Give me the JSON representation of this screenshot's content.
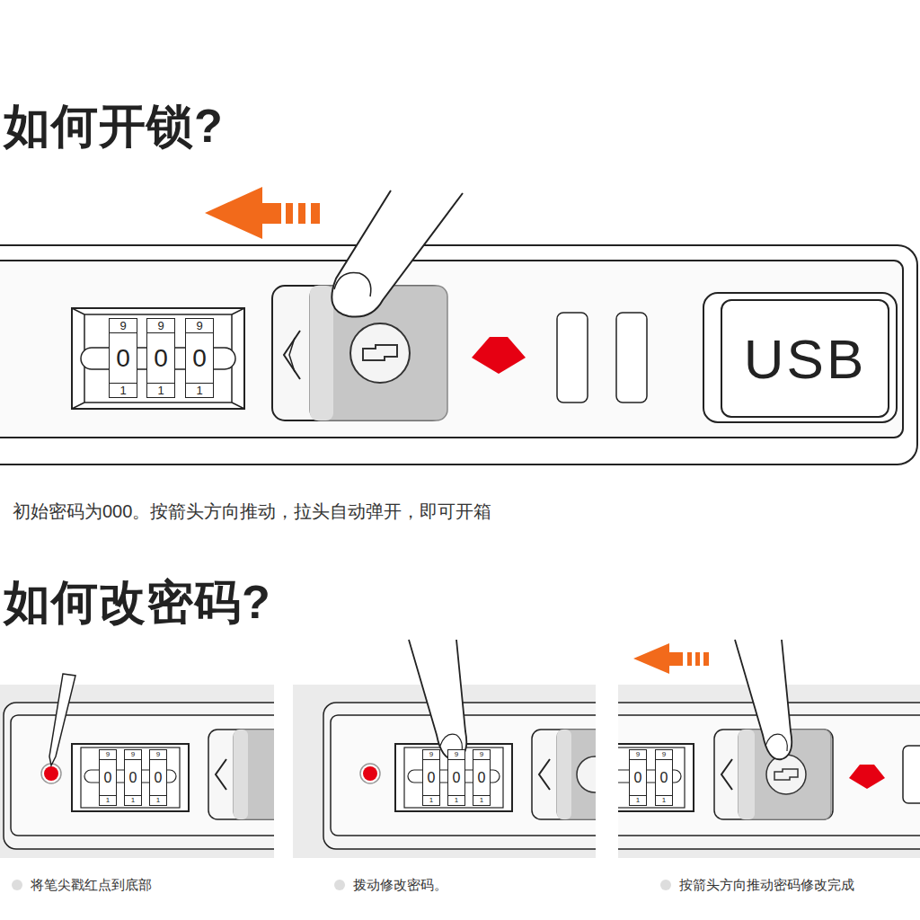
{
  "diagram": {
    "title": "如何开锁?",
    "nodes": [
      {
        "text": [
          "9",
          "0",
          "1"
        ]
      },
      {
        "text": [
          "9",
          "0",
          "1"
        ]
      },
      {
        "text": [
          "9",
          "0",
          "1"
        ]
      },
      {
        "text": [
          "USB"
        ]
      },
      {
        "text": [
          "9",
          "0",
          "1"
        ]
      },
      {
        "text": [
          "9",
          "0",
          "1"
        ]
      },
      {
        "text": [
          "9",
          "0",
          "1"
        ]
      },
      {
        "text": [
          "9",
          "0",
          "1"
        ]
      },
      {
        "text": [
          "9",
          "0",
          "1"
        ]
      },
      {
        "text": [
          "9",
          "0",
          "1"
        ]
      },
      {
        "text": [
          "9",
          "0",
          "1"
        ]
      },
      {
        "text": [
          "9",
          "0",
          "1"
        ]
      }
    ],
    "labels": [
      "初始密码为000。按箭头方向推动，拉头自动弹开，即可开箱",
      "如何改密码?",
      "将笔尖戳红点到底部",
      "拨动修改密码。",
      "按箭头方向推动密码修改完成"
    ]
  }
}
